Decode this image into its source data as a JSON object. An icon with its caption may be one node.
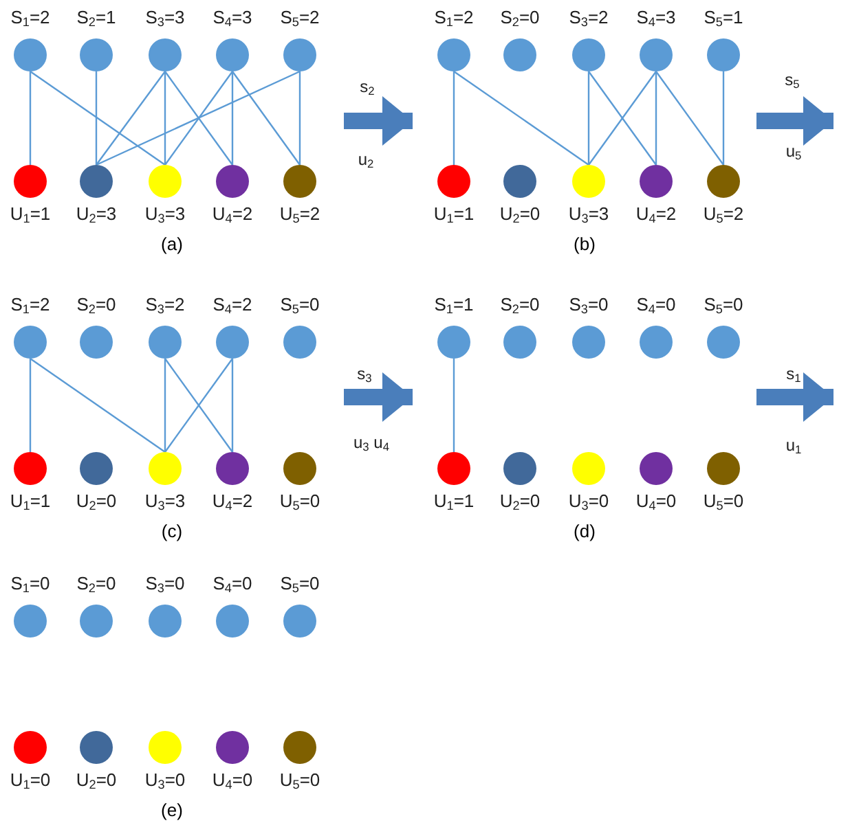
{
  "diagram": {
    "nodes": [
      {
        "text": [
          "(a)"
        ]
      },
      {
        "text": [
          "S$_{1}$=2"
        ],
        "in": 0
      },
      {
        "text": [
          "S$_{2}$=1"
        ],
        "in": 0
      },
      {
        "text": [
          "S$_{3}$=3"
        ],
        "in": 0
      },
      {
        "text": [
          "S$_{4}$=3"
        ],
        "in": 0
      },
      {
        "text": [
          "S$_{5}$=2"
        ],
        "in": 0
      },
      {
        "text": [
          "U$_{1}$=1"
        ],
        "in": 0
      },
      {
        "text": [
          "U$_{2}$=3"
        ],
        "in": 0
      },
      {
        "text": [
          "U$_{3}$=3"
        ],
        "in": 0
      },
      {
        "text": [
          "U$_{4}$=2"
        ],
        "in": 0
      },
      {
        "text": [
          "U$_{5}$=2"
        ],
        "in": 0
      },
      {
        "text": [
          "(b)"
        ]
      },
      {
        "text": [
          "S$_{1}$=2"
        ],
        "in": 11
      },
      {
        "text": [
          "S$_{2}$=0"
        ],
        "in": 11
      },
      {
        "text": [
          "S$_{3}$=2"
        ],
        "in": 11
      },
      {
        "text": [
          "S$_{4}$=3"
        ],
        "in": 11
      },
      {
        "text": [
          "S$_{5}$=1"
        ],
        "in": 11
      },
      {
        "text": [
          "U$_{1}$=1"
        ],
        "in": 11
      },
      {
        "text": [
          "U$_{2}$=0"
        ],
        "in": 11
      },
      {
        "text": [
          "U$_{3}$=3"
        ],
        "in": 11
      },
      {
        "text": [
          "U$_{4}$=2"
        ],
        "in": 11
      },
      {
        "text": [
          "U$_{5}$=2"
        ],
        "in": 11
      },
      {
        "text": [
          "(c)"
        ]
      },
      {
        "text": [
          "S$_{1}$=2"
        ],
        "in": 22
      },
      {
        "text": [
          "S$_{2}$=0"
        ],
        "in": 22
      },
      {
        "text": [
          "S$_{3}$=2"
        ],
        "in": 22
      },
      {
        "text": [
          "S$_{4}$=2"
        ],
        "in": 22
      },
      {
        "text": [
          "S$_{5}$=0"
        ],
        "in": 22
      },
      {
        "text": [
          "U$_{1}$=1"
        ],
        "in": 22
      },
      {
        "text": [
          "U$_{2}$=0"
        ],
        "in": 22
      },
      {
        "text": [
          "U$_{3}$=3"
        ],
        "in": 22
      },
      {
        "text": [
          "U$_{4}$=2"
        ],
        "in": 22
      },
      {
        "text": [
          "U$_{5}$=0"
        ],
        "in": 22
      },
      {
        "text": [
          "(d)"
        ]
      },
      {
        "text": [
          "S$_{1}$=1"
        ],
        "in": 33
      },
      {
        "text": [
          "S$_{2}$=0"
        ],
        "in": 33
      },
      {
        "text": [
          "S$_{3}$=0"
        ],
        "in": 33
      },
      {
        "text": [
          "S$_{4}$=0"
        ],
        "in": 33
      },
      {
        "text": [
          "S$_{5}$=0"
        ],
        "in": 33
      },
      {
        "text": [
          "U$_{1}$=1"
        ],
        "in": 33
      },
      {
        "text": [
          "U$_{2}$=0"
        ],
        "in": 33
      },
      {
        "text": [
          "U$_{3}$=0"
        ],
        "in": 33
      },
      {
        "text": [
          "U$_{4}$=0"
        ],
        "in": 33
      },
      {
        "text": [
          "U$_{5}$=0"
        ],
        "in": 33
      },
      {
        "text": [
          "(e)"
        ]
      },
      {
        "text": [
          "S$_{1}$=0"
        ],
        "in": 44
      },
      {
        "text": [
          "S$_{2}$=0"
        ],
        "in": 44
      },
      {
        "text": [
          "S$_{3}$=0"
        ],
        "in": 44
      },
      {
        "text": [
          "S$_{4}$=0"
        ],
        "in": 44
      },
      {
        "text": [
          "S$_{5}$=0"
        ],
        "in": 44
      },
      {
        "text": [
          "U$_{1}$=0"
        ],
        "in": 44
      },
      {
        "text": [
          "U$_{2}$=0"
        ],
        "in": 44
      },
      {
        "text": [
          "U$_{3}$=0"
        ],
        "in": 44
      },
      {
        "text": [
          "U$_{4}$=0"
        ],
        "in": 44
      },
      {
        "text": [
          "U$_{5}$=0"
        ],
        "in": 44
      }
    ],
    "edges": [
      {
        "from": 1,
        "to": 6,
        "arrow": "none"
      },
      {
        "from": 1,
        "to": 8,
        "arrow": "none"
      },
      {
        "from": 2,
        "to": 7,
        "arrow": "none"
      },
      {
        "from": 3,
        "to": 7,
        "arrow": "none"
      },
      {
        "from": 3,
        "to": 8,
        "arrow": "none"
      },
      {
        "from": 3,
        "to": 9,
        "arrow": "none"
      },
      {
        "from": 4,
        "to": 8,
        "arrow": "none"
      },
      {
        "from": 4,
        "to": 9,
        "arrow": "none"
      },
      {
        "from": 4,
        "to": 10,
        "arrow": "none"
      },
      {
        "from": 5,
        "to": 7,
        "arrow": "none"
      },
      {
        "from": 5,
        "to": 10,
        "arrow": "none"
      },
      {
        "from": 0,
        "to": 11,
        "arrow": "to",
        "style": "thick",
        "color": "#4a7ebb"
      },
      {
        "from": 12,
        "to": 17,
        "arrow": "none"
      },
      {
        "from": 12,
        "to": 19,
        "arrow": "none"
      },
      {
        "from": 14,
        "to": 19,
        "arrow": "none"
      },
      {
        "from": 14,
        "to": 20,
        "arrow": "none"
      },
      {
        "from": 15,
        "to": 19,
        "arrow": "none"
      },
      {
        "from": 15,
        "to": 20,
        "arrow": "none"
      },
      {
        "from": 15,
        "to": 21,
        "arrow": "none"
      },
      {
        "from": 16,
        "to": 21,
        "arrow": "none"
      },
      {
        "from": 11,
        "to": null,
        "arrow": "to",
        "style": "thick",
        "color": "#4a7ebb"
      },
      {
        "from": 23,
        "to": 28,
        "arrow": "none"
      },
      {
        "from": 23,
        "to": 30,
        "arrow": "none"
      },
      {
        "from": 25,
        "to": 30,
        "arrow": "none"
      },
      {
        "from": 25,
        "to": 31,
        "arrow": "none"
      },
      {
        "from": 26,
        "to": 30,
        "arrow": "none"
      },
      {
        "from": 26,
        "to": 31,
        "arrow": "none"
      },
      {
        "from": 22,
        "to": 33,
        "arrow": "to",
        "style": "thick",
        "color": "#4a7ebb"
      },
      {
        "from": 34,
        "to": 39,
        "arrow": "none"
      },
      {
        "from": 33,
        "to": null,
        "arrow": "to",
        "style": "thick",
        "color": "#4a7ebb"
      }
    ],
    "labels": [
      "s$_{2}$",
      "u$_{2}$",
      "s$_{5}$",
      "u$_{5}$",
      "s$_{3}$",
      "u$_{3}$  u$_{4}$",
      "s$_{1}$",
      "u$_{1}$"
    ]
  }
}
